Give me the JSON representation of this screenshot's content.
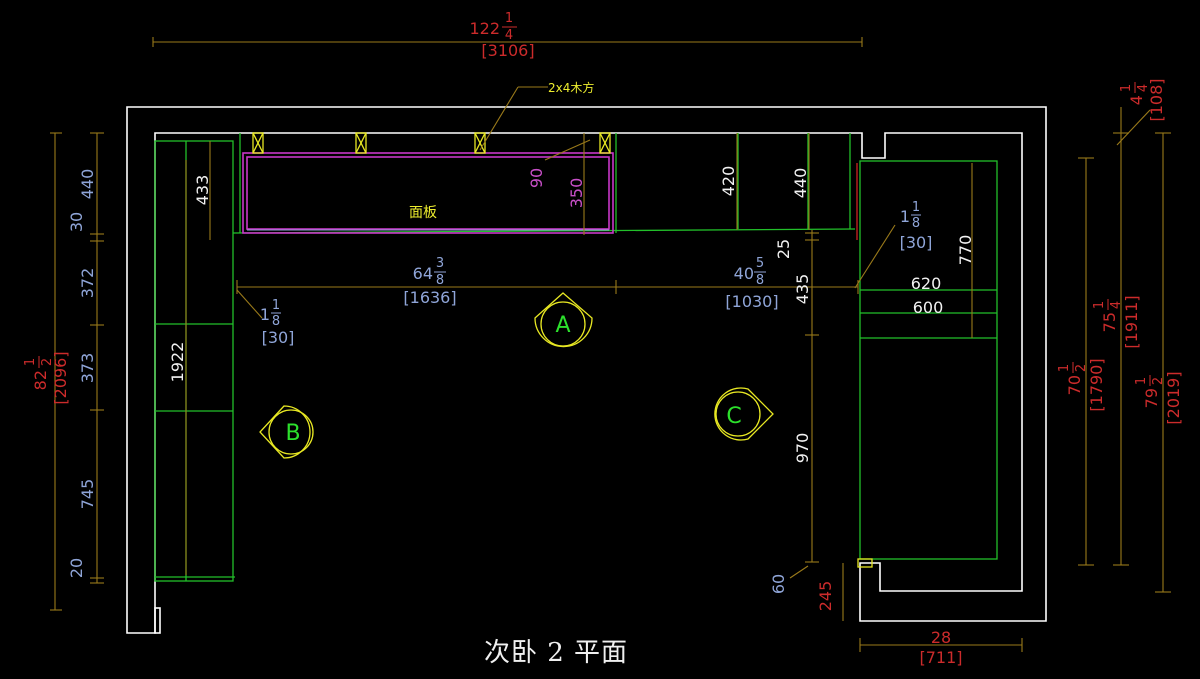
{
  "title": "次卧 2 平面",
  "overall_width": {
    "value": "122",
    "fraction_num": "1",
    "fraction_den": "4",
    "metric": "[3106]"
  },
  "callout_material": "2x4木方",
  "panel_label": "面板",
  "views": {
    "a": "A",
    "b": "B",
    "c": "C"
  },
  "left_outer": {
    "value": "82",
    "fraction_num": "1",
    "fraction_den": "2",
    "metric": "[2096]"
  },
  "left_inner": [
    "440",
    "30",
    "372",
    "373",
    "745",
    "20"
  ],
  "top_inner": {
    "depth_433": "433",
    "gap_90": "90",
    "height_350": "350",
    "d_420": "420",
    "d_440": "440",
    "d_25": "25",
    "d_435": "435",
    "d_970": "970",
    "d_60": "60",
    "d_1922": "1922"
  },
  "mid_width_left": {
    "value": "64",
    "fraction_num": "3",
    "fraction_den": "8",
    "metric": "[1636]"
  },
  "mid_width_right": {
    "value": "40",
    "fraction_num": "5",
    "fraction_den": "8",
    "metric": "[1030]"
  },
  "small_left": {
    "value": "1",
    "fraction_num": "1",
    "fraction_den": "8",
    "metric": "[30]"
  },
  "small_right": {
    "value": "1",
    "fraction_num": "1",
    "fraction_den": "8",
    "metric": "[30]"
  },
  "right_wardrobe": {
    "w_620": "620",
    "w_600": "600",
    "h_770": "770"
  },
  "right_outer_1": {
    "value": "70",
    "fraction_num": "1",
    "fraction_den": "2",
    "metric": "[1790]"
  },
  "right_outer_2": {
    "value": "75",
    "fraction_num": "1",
    "fraction_den": "4",
    "metric": "[1911]"
  },
  "right_outer_3": {
    "value": "79",
    "fraction_num": "1",
    "fraction_den": "2",
    "metric": "[2019]"
  },
  "top_right_small": {
    "value": "4",
    "fraction_num": "1",
    "fraction_den": "4",
    "metric": "[108]"
  },
  "bottom_right": {
    "value": "28",
    "metric": "[711]",
    "red_245": "245"
  }
}
